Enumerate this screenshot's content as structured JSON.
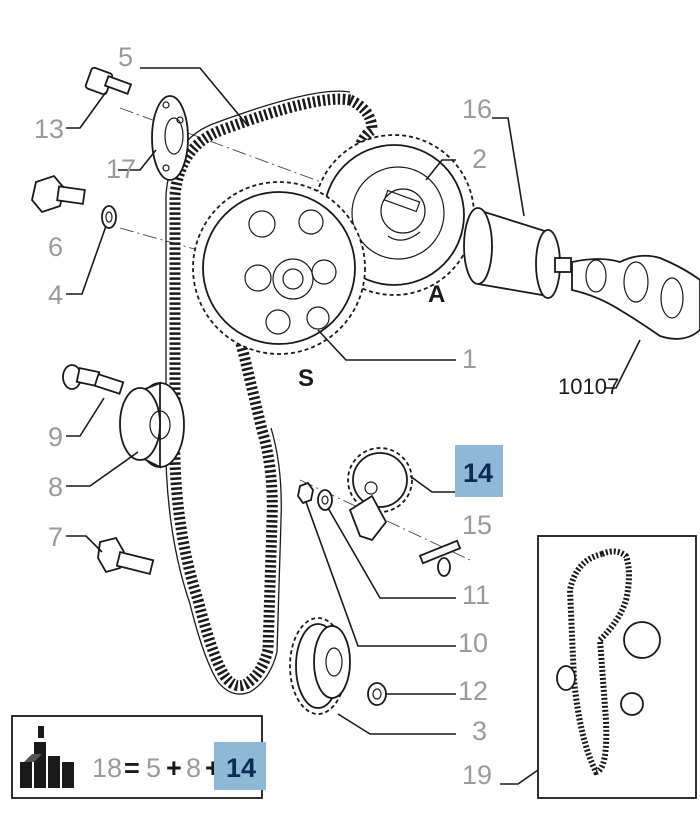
{
  "labels": {
    "p1": "1",
    "p2": "2",
    "p3": "3",
    "p4": "4",
    "p5": "5",
    "p6": "6",
    "p7": "7",
    "p8": "8",
    "p9": "9",
    "p10": "10",
    "p11": "11",
    "p12": "12",
    "p13": "13",
    "p14": "14",
    "p15": "15",
    "p16": "16",
    "p17": "17",
    "p19": "19",
    "p10107": "10107"
  },
  "markers": {
    "a": "A",
    "s": "S"
  },
  "kit_equation": {
    "lhs": "18",
    "equals": "=",
    "term1": "5",
    "plus1": "+",
    "term2": "8",
    "plus2": "+",
    "term3": "14"
  },
  "colors": {
    "highlight": "#8fb7d6",
    "label_gray": "#9a9a9a",
    "line": "#1a1a1a"
  }
}
